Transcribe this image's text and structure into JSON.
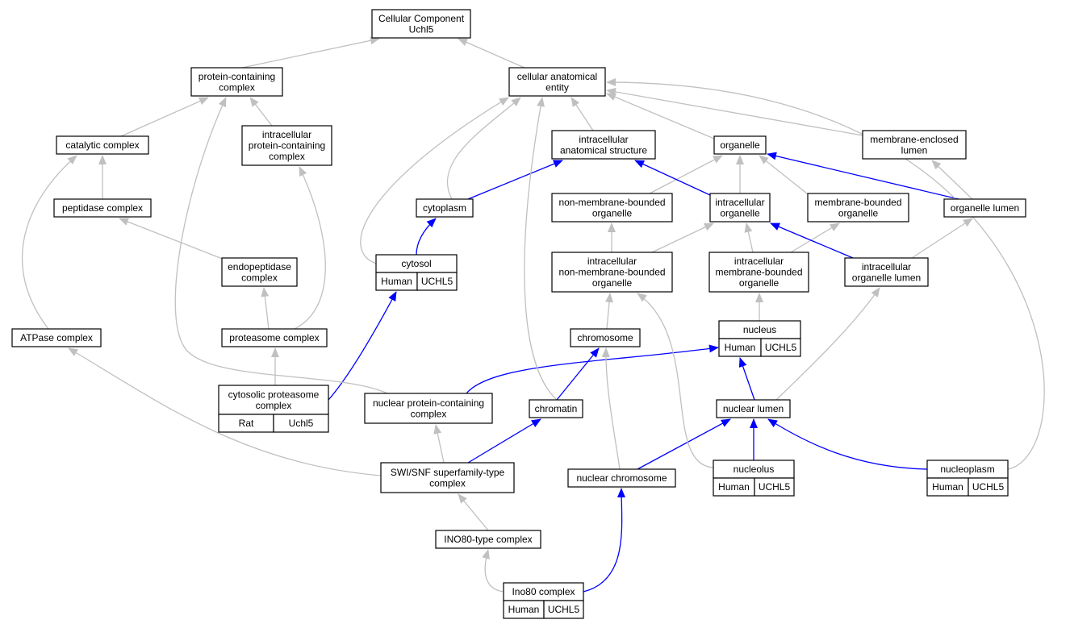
{
  "colors": {
    "gray_edge": "#c0c0c0",
    "blue_edge": "#0000ff",
    "human_fill": "#ff6347",
    "rat_fill": "#ffd700",
    "node_fill": "#ffffff"
  },
  "nodes": {
    "root": [
      "Cellular Component",
      "Uchl5"
    ],
    "protein_containing_complex": [
      "protein-containing",
      "complex"
    ],
    "cellular_anatomical_entity": [
      "cellular anatomical",
      "entity"
    ],
    "catalytic_complex": [
      "catalytic complex"
    ],
    "intracellular_protein_containing_complex": [
      "intracellular",
      "protein-containing",
      "complex"
    ],
    "intracellular_anatomical_structure": [
      "intracellular",
      "anatomical structure"
    ],
    "organelle": [
      "organelle"
    ],
    "membrane_enclosed_lumen": [
      "membrane-enclosed",
      "lumen"
    ],
    "peptidase_complex": [
      "peptidase complex"
    ],
    "cytoplasm": [
      "cytoplasm"
    ],
    "non_membrane_bounded_organelle": [
      "non-membrane-bounded",
      "organelle"
    ],
    "intracellular_organelle": [
      "intracellular",
      "organelle"
    ],
    "membrane_bounded_organelle": [
      "membrane-bounded",
      "organelle"
    ],
    "organelle_lumen": [
      "organelle lumen"
    ],
    "endopeptidase_complex": [
      "endopeptidase",
      "complex"
    ],
    "cytosol": [
      "cytosol"
    ],
    "intracellular_nmb_organelle": [
      "intracellular",
      "non-membrane-bounded",
      "organelle"
    ],
    "intracellular_mb_organelle": [
      "intracellular",
      "membrane-bounded",
      "organelle"
    ],
    "intracellular_organelle_lumen": [
      "intracellular",
      "organelle lumen"
    ],
    "atpase_complex": [
      "ATPase complex"
    ],
    "proteasome_complex": [
      "proteasome complex"
    ],
    "chromosome": [
      "chromosome"
    ],
    "nucleus": [
      "nucleus"
    ],
    "cytosolic_proteasome_complex": [
      "cytosolic proteasome",
      "complex"
    ],
    "nuclear_protein_containing_complex": [
      "nuclear protein-containing",
      "complex"
    ],
    "chromatin": [
      "chromatin"
    ],
    "nuclear_lumen": [
      "nuclear lumen"
    ],
    "swi_snf_complex": [
      "SWI/SNF superfamily-type",
      "complex"
    ],
    "nuclear_chromosome": [
      "nuclear chromosome"
    ],
    "nucleolus": [
      "nucleolus"
    ],
    "nucleoplasm": [
      "nucleoplasm"
    ],
    "ino80_type_complex": [
      "INO80-type complex"
    ],
    "ino80_complex": [
      "Ino80 complex"
    ]
  },
  "annotations": {
    "cytosol": [
      "Human",
      "UCHL5"
    ],
    "nucleus": [
      "Human",
      "UCHL5"
    ],
    "cytosolic_proteasome_complex": [
      "Rat",
      "Uchl5"
    ],
    "nucleolus": [
      "Human",
      "UCHL5"
    ],
    "nucleoplasm": [
      "Human",
      "UCHL5"
    ],
    "ino80_complex": [
      "Human",
      "UCHL5"
    ]
  },
  "annotation_species": {
    "cytosol": "human",
    "nucleus": "human",
    "cytosolic_proteasome_complex": "rat",
    "nucleolus": "human",
    "nucleoplasm": "human",
    "ino80_complex": "human"
  },
  "edges": [
    {
      "from": "protein_containing_complex",
      "to": "root",
      "kind": "is_a"
    },
    {
      "from": "cellular_anatomical_entity",
      "to": "root",
      "kind": "is_a"
    },
    {
      "from": "catalytic_complex",
      "to": "protein_containing_complex",
      "kind": "is_a"
    },
    {
      "from": "intracellular_protein_containing_complex",
      "to": "protein_containing_complex",
      "kind": "is_a"
    },
    {
      "from": "intracellular_anatomical_structure",
      "to": "cellular_anatomical_entity",
      "kind": "is_a"
    },
    {
      "from": "organelle",
      "to": "cellular_anatomical_entity",
      "kind": "is_a"
    },
    {
      "from": "membrane_enclosed_lumen",
      "to": "cellular_anatomical_entity",
      "kind": "is_a"
    },
    {
      "from": "peptidase_complex",
      "to": "catalytic_complex",
      "kind": "is_a"
    },
    {
      "from": "cytoplasm",
      "to": "cellular_anatomical_entity",
      "kind": "is_a"
    },
    {
      "from": "cytoplasm",
      "to": "intracellular_anatomical_structure",
      "kind": "part_of"
    },
    {
      "from": "non_membrane_bounded_organelle",
      "to": "organelle",
      "kind": "is_a"
    },
    {
      "from": "intracellular_organelle",
      "to": "organelle",
      "kind": "is_a"
    },
    {
      "from": "intracellular_organelle",
      "to": "intracellular_anatomical_structure",
      "kind": "part_of"
    },
    {
      "from": "membrane_bounded_organelle",
      "to": "organelle",
      "kind": "is_a"
    },
    {
      "from": "organelle_lumen",
      "to": "membrane_enclosed_lumen",
      "kind": "is_a"
    },
    {
      "from": "organelle_lumen",
      "to": "organelle",
      "kind": "part_of"
    },
    {
      "from": "endopeptidase_complex",
      "to": "peptidase_complex",
      "kind": "is_a"
    },
    {
      "from": "cytosol",
      "to": "cellular_anatomical_entity",
      "kind": "is_a"
    },
    {
      "from": "cytosol",
      "to": "cytoplasm",
      "kind": "part_of"
    },
    {
      "from": "intracellular_nmb_organelle",
      "to": "non_membrane_bounded_organelle",
      "kind": "is_a"
    },
    {
      "from": "intracellular_nmb_organelle",
      "to": "intracellular_organelle",
      "kind": "is_a"
    },
    {
      "from": "intracellular_mb_organelle",
      "to": "intracellular_organelle",
      "kind": "is_a"
    },
    {
      "from": "intracellular_mb_organelle",
      "to": "membrane_bounded_organelle",
      "kind": "is_a"
    },
    {
      "from": "intracellular_organelle_lumen",
      "to": "organelle_lumen",
      "kind": "is_a"
    },
    {
      "from": "intracellular_organelle_lumen",
      "to": "intracellular_organelle",
      "kind": "part_of"
    },
    {
      "from": "atpase_complex",
      "to": "catalytic_complex",
      "kind": "is_a"
    },
    {
      "from": "proteasome_complex",
      "to": "endopeptidase_complex",
      "kind": "is_a"
    },
    {
      "from": "proteasome_complex",
      "to": "intracellular_protein_containing_complex",
      "kind": "is_a"
    },
    {
      "from": "chromosome",
      "to": "intracellular_nmb_organelle",
      "kind": "is_a"
    },
    {
      "from": "nucleus",
      "to": "intracellular_mb_organelle",
      "kind": "is_a"
    },
    {
      "from": "cytosolic_proteasome_complex",
      "to": "proteasome_complex",
      "kind": "is_a"
    },
    {
      "from": "cytosolic_proteasome_complex",
      "to": "cytosol",
      "kind": "part_of"
    },
    {
      "from": "nuclear_protein_containing_complex",
      "to": "protein_containing_complex",
      "kind": "is_a"
    },
    {
      "from": "nuclear_protein_containing_complex",
      "to": "nucleus",
      "kind": "part_of"
    },
    {
      "from": "chromatin",
      "to": "cellular_anatomical_entity",
      "kind": "is_a"
    },
    {
      "from": "chromatin",
      "to": "chromosome",
      "kind": "part_of"
    },
    {
      "from": "nuclear_lumen",
      "to": "intracellular_organelle_lumen",
      "kind": "is_a"
    },
    {
      "from": "nuclear_lumen",
      "to": "nucleus",
      "kind": "part_of"
    },
    {
      "from": "swi_snf_complex",
      "to": "nuclear_protein_containing_complex",
      "kind": "is_a"
    },
    {
      "from": "swi_snf_complex",
      "to": "atpase_complex",
      "kind": "is_a"
    },
    {
      "from": "swi_snf_complex",
      "to": "chromatin",
      "kind": "part_of"
    },
    {
      "from": "nuclear_chromosome",
      "to": "chromosome",
      "kind": "is_a"
    },
    {
      "from": "nuclear_chromosome",
      "to": "nuclear_lumen",
      "kind": "part_of"
    },
    {
      "from": "nucleolus",
      "to": "intracellular_nmb_organelle",
      "kind": "is_a"
    },
    {
      "from": "nucleolus",
      "to": "nuclear_lumen",
      "kind": "part_of"
    },
    {
      "from": "nucleoplasm",
      "to": "cellular_anatomical_entity",
      "kind": "is_a"
    },
    {
      "from": "nucleoplasm",
      "to": "nuclear_lumen",
      "kind": "part_of"
    },
    {
      "from": "ino80_type_complex",
      "to": "swi_snf_complex",
      "kind": "is_a"
    },
    {
      "from": "ino80_complex",
      "to": "ino80_type_complex",
      "kind": "is_a"
    },
    {
      "from": "ino80_complex",
      "to": "nuclear_chromosome",
      "kind": "part_of"
    }
  ]
}
